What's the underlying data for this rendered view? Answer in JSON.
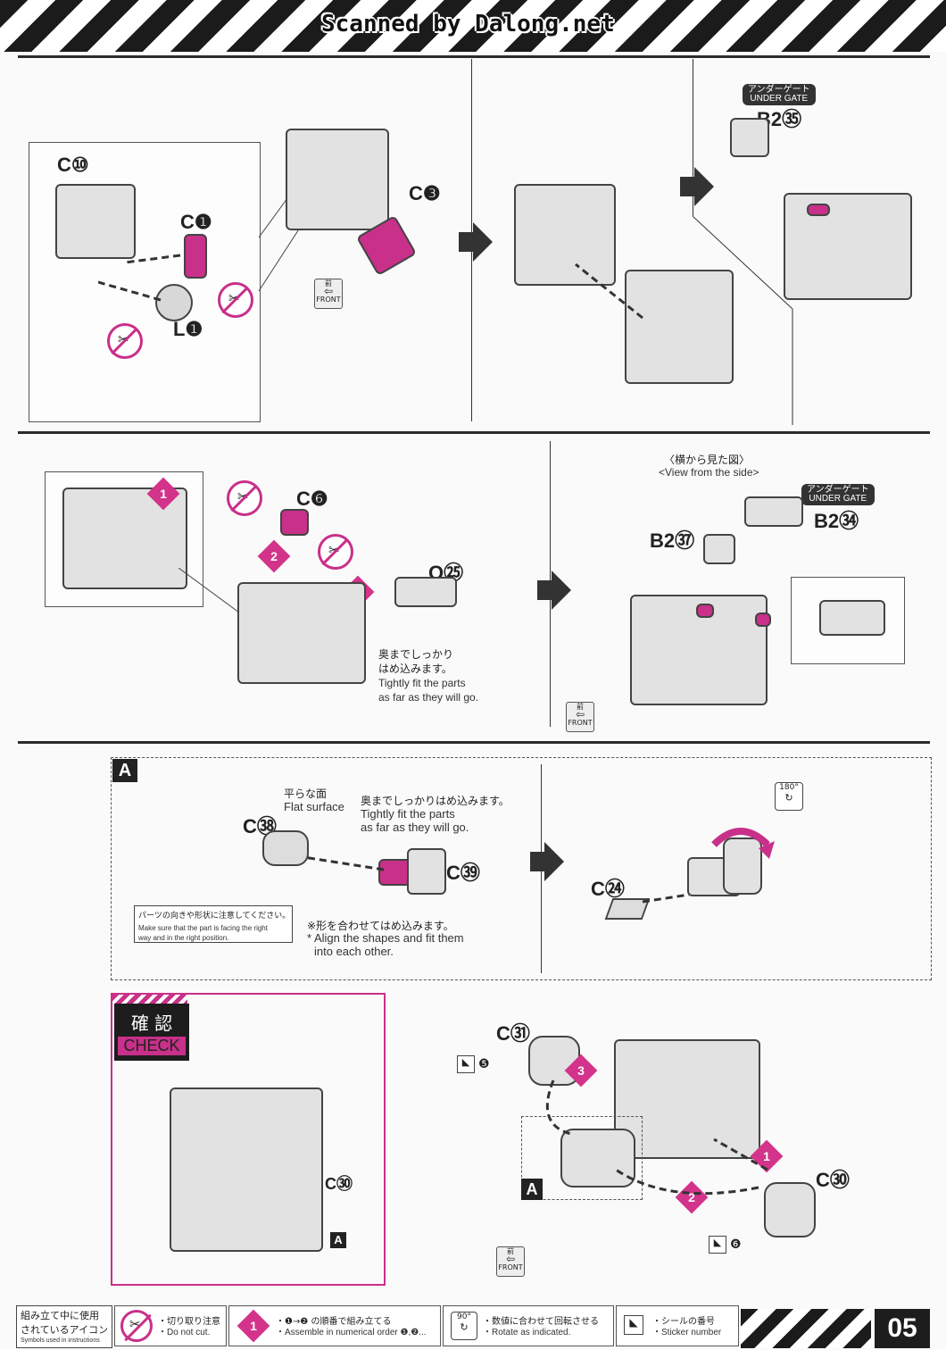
{
  "header": {
    "watermark": "Scanned by Dalong.net"
  },
  "section1": {
    "labels": {
      "c10": "C⑩",
      "c1": "C❶",
      "c3": "C❸",
      "l1": "L❶",
      "b2_35": "B2㉟"
    },
    "under_gate_jp": "アンダーゲート",
    "under_gate_en": "UNDER GATE",
    "front_jp": "前",
    "front_en": "FRONT"
  },
  "section2": {
    "labels": {
      "c6": "C❻",
      "o25": "O㉕",
      "b2_37": "B2㊲",
      "b2_34": "B2㉞"
    },
    "note_jp_line1": "奥までしっかり",
    "note_jp_line2": "はめ込みます。",
    "note_en_line1": "Tightly fit the parts",
    "note_en_line2": "as far as they will go.",
    "side_view_jp": "〈横から見た図〉",
    "side_view_en": "<View from the side>",
    "under_gate_jp": "アンダーゲート",
    "under_gate_en": "UNDER GATE",
    "front_jp": "前",
    "front_en": "FRONT",
    "steps": [
      "1",
      "2",
      "3"
    ]
  },
  "section3": {
    "box_label": "A",
    "flat_jp": "平らな面",
    "flat_en": "Flat surface",
    "fit_jp": "奥までしっかりはめ込みます。",
    "fit_en_line1": "Tightly fit the parts",
    "fit_en_line2": "as far as they will go.",
    "labels": {
      "c38": "C㊳",
      "c39": "C㊴",
      "c24": "C㉔"
    },
    "caution_jp": "パーツの向きや形状に注意してください。",
    "caution_en_line1": "Make sure that the part is facing the right",
    "caution_en_line2": "way and in the right position.",
    "shape_jp": "※形を合わせてはめ込みます。",
    "shape_en_line1": "* Align the shapes and fit them",
    "shape_en_line2": "into each other.",
    "rotate_label": "180°"
  },
  "section4": {
    "check_jp": "確 認",
    "check_en": "CHECK",
    "labels": {
      "c30_check": "C㉚",
      "a_check": "A",
      "c31": "C㉛",
      "c30": "C㉚",
      "a_box": "A",
      "sticker5": "❺",
      "sticker6": "❻"
    },
    "steps": [
      "1",
      "2",
      "3"
    ],
    "front_jp": "前",
    "front_en": "FRONT"
  },
  "footer": {
    "symbols_jp_line1": "組み立て中に使用",
    "symbols_jp_line2": "されているアイコン",
    "symbols_en": "Symbols used in instructions",
    "cut_jp": "・切り取り注意",
    "cut_en": "・Do not cut.",
    "order_jp": "・❶→❷ の順番で組み立てる",
    "order_en": "・Assemble in numerical order ❶,❷...",
    "rotate_icon": "90°",
    "rotate_jp": "・数値に合わせて回転させる",
    "rotate_en": "・Rotate as indicated.",
    "sticker_jp": "・シールの番号",
    "sticker_en": "・Sticker number",
    "page_number": "05"
  },
  "colors": {
    "accent": "#c8308a",
    "ink": "#222222"
  }
}
